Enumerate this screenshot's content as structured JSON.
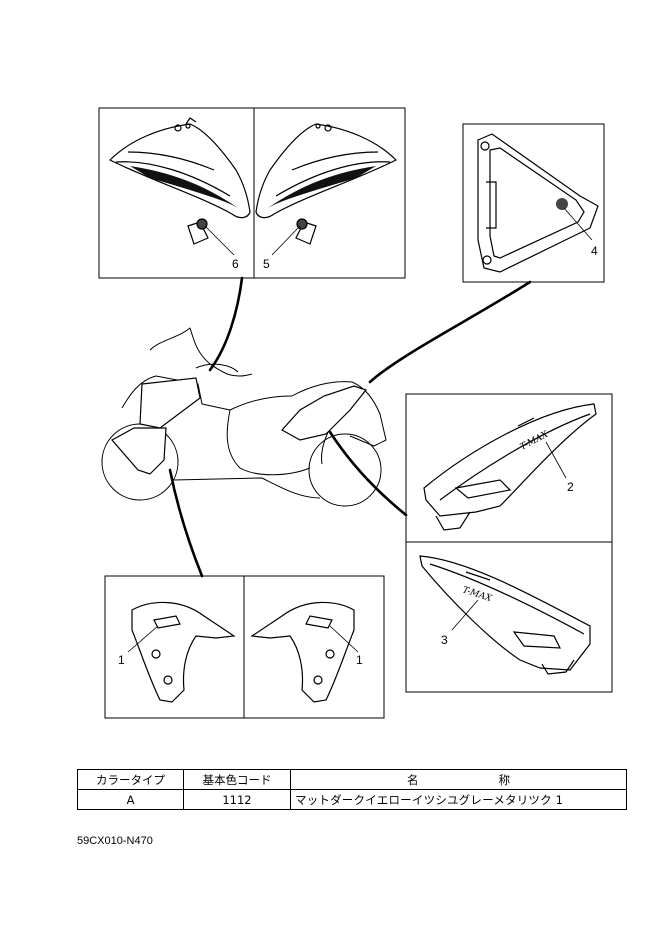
{
  "callouts": [
    "1",
    "1",
    "2",
    "3",
    "4",
    "5",
    "6"
  ],
  "table": {
    "headers": {
      "color_type": "カラータイプ",
      "base_color_code": "基本色コード",
      "name_part1": "名",
      "name_part2": "称"
    },
    "row": {
      "color_type": "A",
      "base_color_code": "1112",
      "name": "マットダークイエローイツシユグレーメタリツク 1"
    }
  },
  "figure_code": "59CX010-N470"
}
